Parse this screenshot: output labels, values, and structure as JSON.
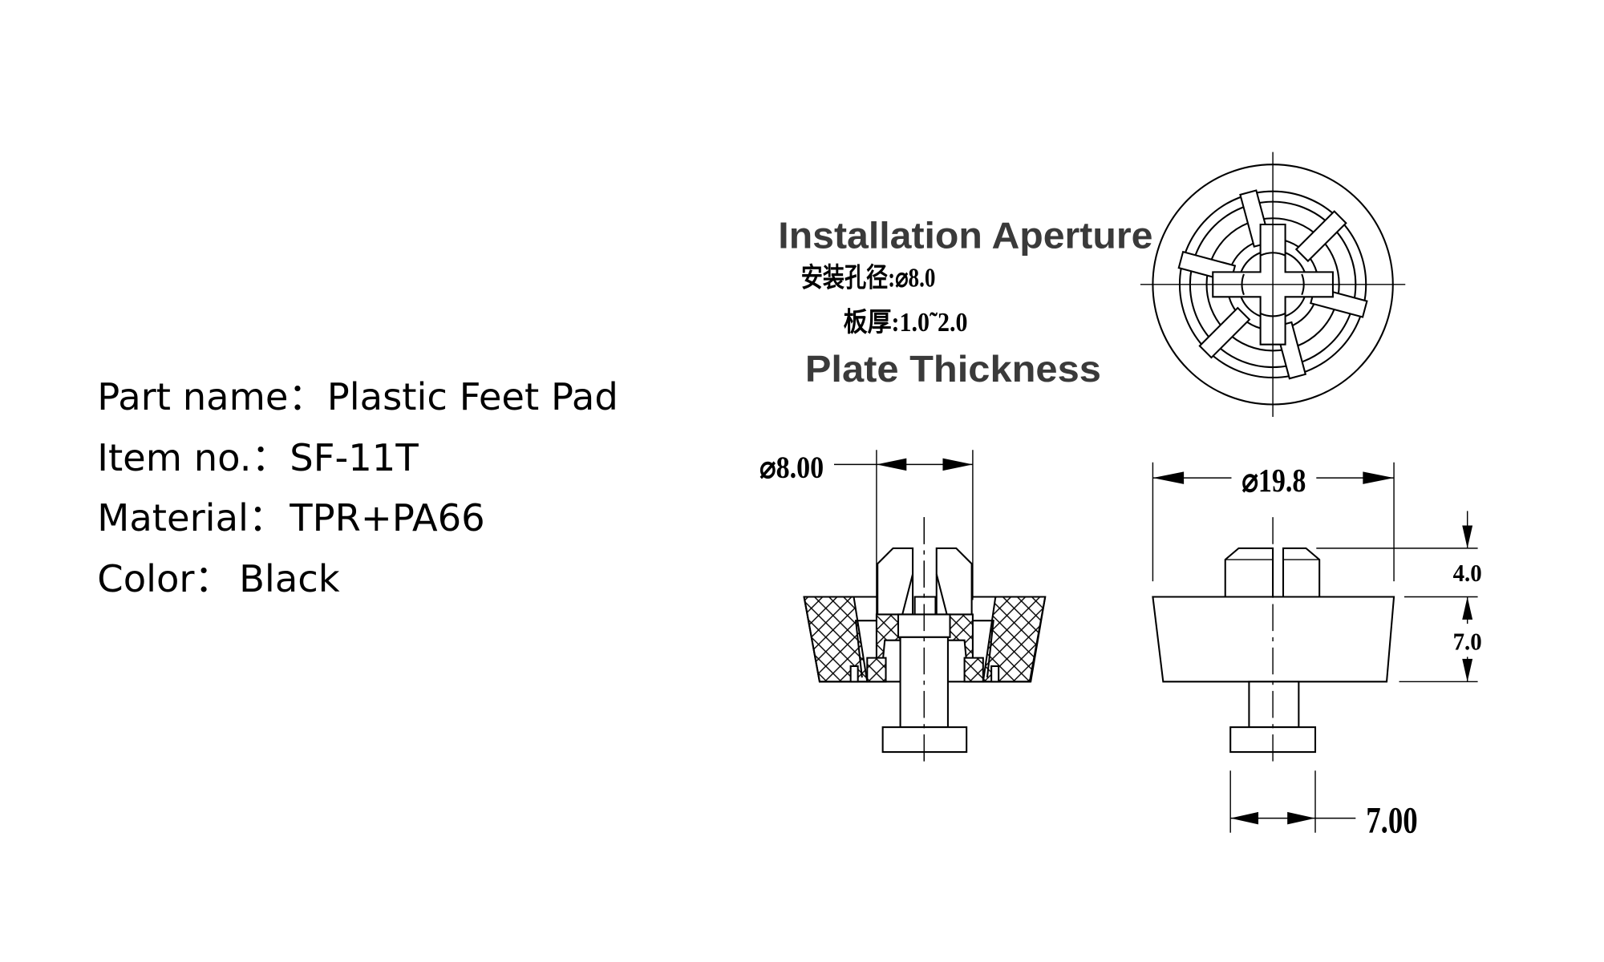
{
  "specs": {
    "part_name": {
      "label": "Part name：",
      "value": "Plastic Feet Pad"
    },
    "item_no": {
      "label": "Item no.：",
      "value": "SF-11T"
    },
    "material": {
      "label": "Material：",
      "value": "TPR+PA66"
    },
    "color": {
      "label": "Color：",
      "value": "Black"
    }
  },
  "annotations": {
    "installation_aperture_en": "Installation Aperture",
    "installation_aperture_cn": "安装孔径:⌀8.0",
    "plate_thickness_cn": "板厚:1.0˜2.0",
    "plate_thickness_en": "Plate Thickness"
  },
  "dimensions": {
    "section_diameter": "⌀8.00",
    "overall_diameter": "⌀19.8",
    "clip_height": "4.0",
    "body_height": "7.0",
    "head_width": "7.00"
  },
  "views": {
    "top_view": "top-view",
    "section_view": "section-view",
    "side_view": "side-view"
  }
}
